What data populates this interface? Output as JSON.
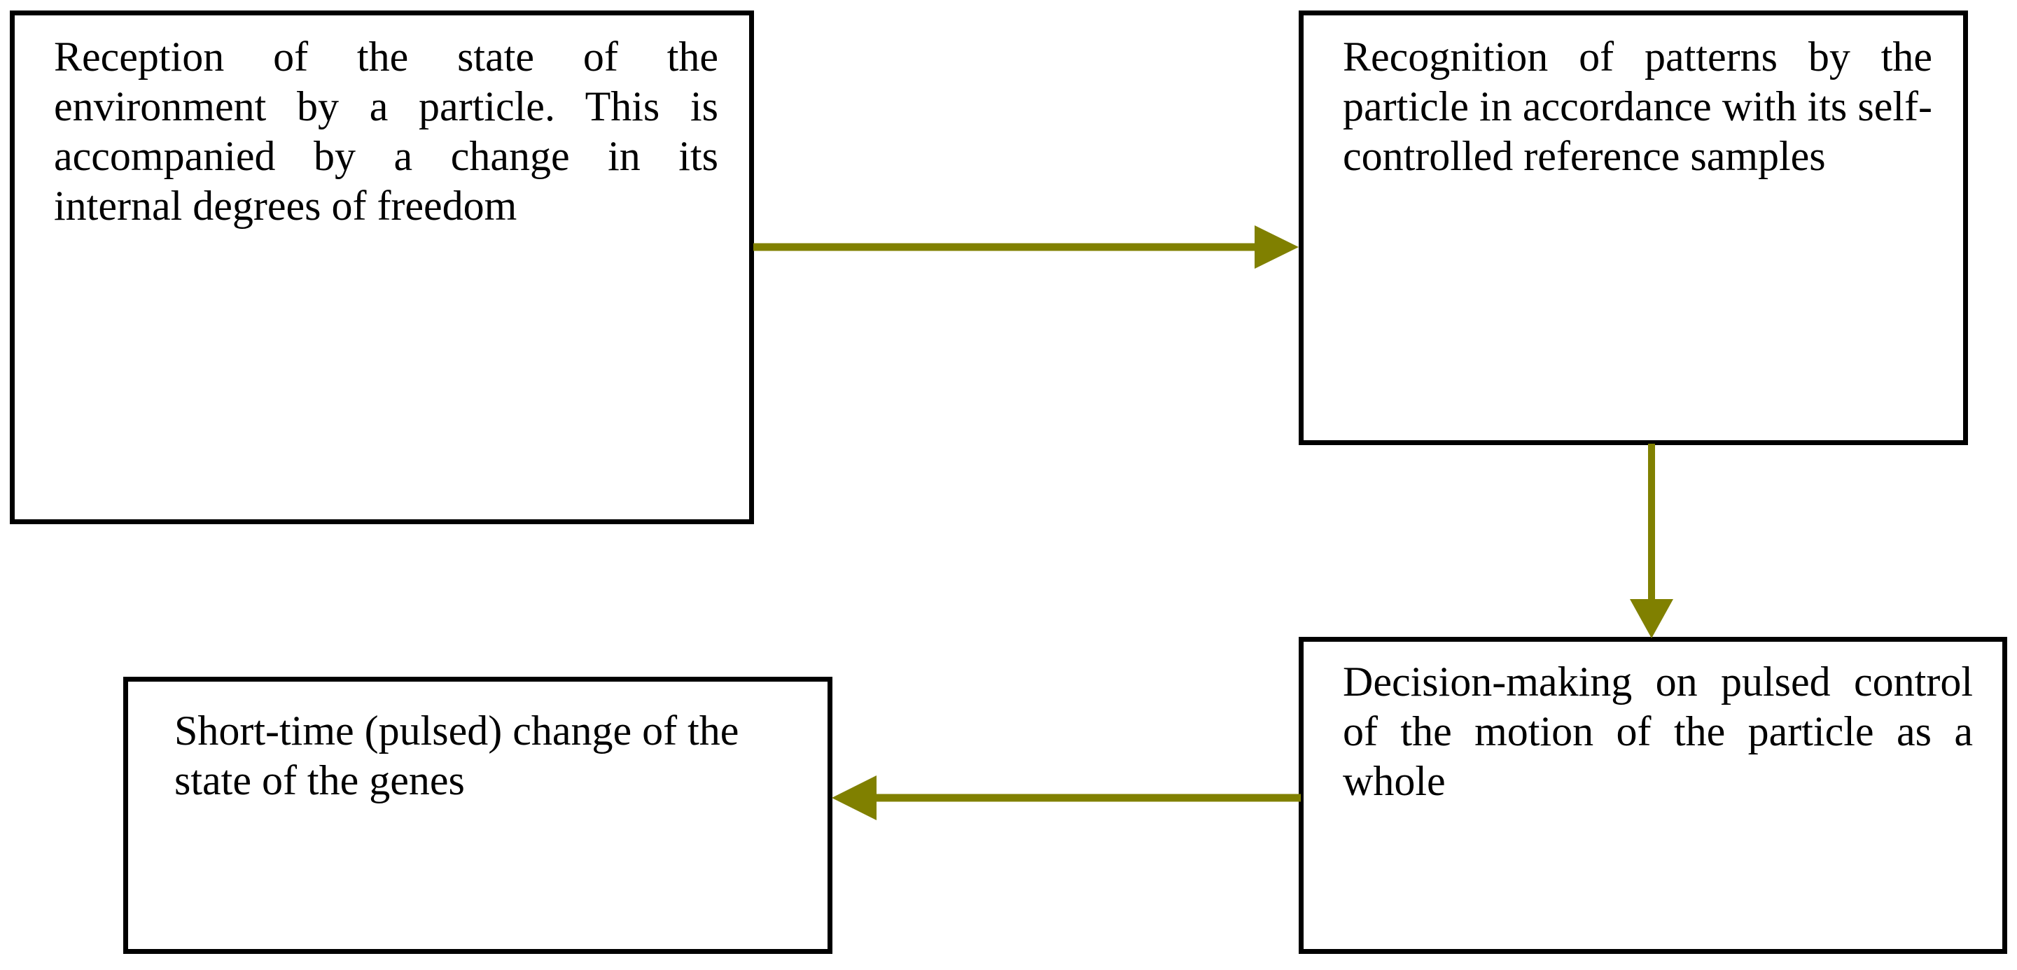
{
  "diagram": {
    "title": "Particle information-processing cycle flowchart",
    "background_color": "#FFFFFF",
    "box_border_color": "#000000",
    "text_color": "#000000",
    "arrow_color": "#808000",
    "nodes": [
      {
        "id": "reception",
        "label": "Reception of the state of the environment by a particle. This is accompanied by a change in its internal degrees of freedom",
        "align": "justify",
        "position": "top-left"
      },
      {
        "id": "recognition",
        "label": "Recognition of patterns by the particle in accordance with its self-controlled reference samples",
        "align": "justify",
        "position": "top-right"
      },
      {
        "id": "genes",
        "label": "Short-time (pulsed) change of the state of the genes",
        "align": "left",
        "position": "bottom-left"
      },
      {
        "id": "decision",
        "label": "Decision-making on pulsed control of the motion of the particle as a whole",
        "align": "justify",
        "position": "bottom-right"
      }
    ],
    "connectors": [
      {
        "id": "reception-to-recognition",
        "from": "reception",
        "to": "recognition",
        "direction": "right"
      },
      {
        "id": "recognition-to-decision",
        "from": "recognition",
        "to": "decision",
        "direction": "down"
      },
      {
        "id": "decision-to-genes",
        "from": "decision",
        "to": "genes",
        "direction": "left"
      }
    ]
  }
}
